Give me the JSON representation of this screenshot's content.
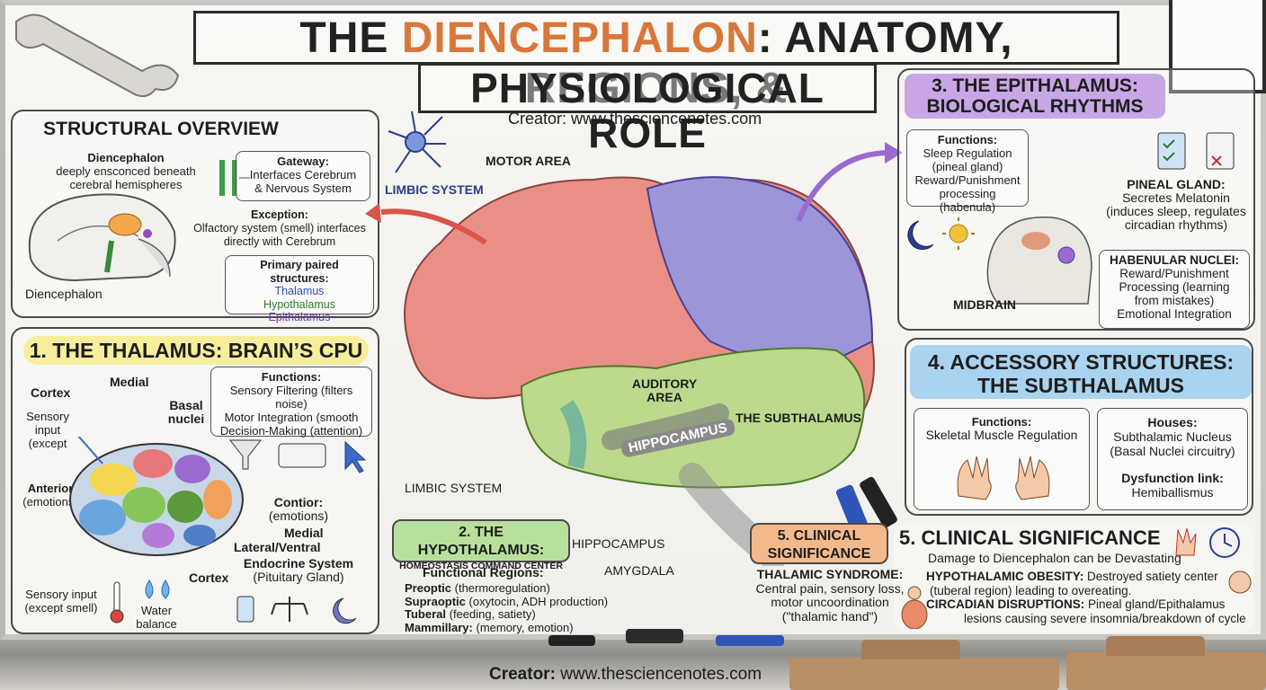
{
  "title": {
    "part1": "THE ",
    "part_highlight": "DIENCEPHALON",
    "part2": ": ANATOMY, REGIONS, &",
    "line2": "PHYSIOLOGICAL ROLE",
    "creator": "Creator: www.thesciencenotes.com"
  },
  "footer": {
    "creator_label": "Creator:",
    "creator_url": "www.thesciencenotes.com"
  },
  "overview": {
    "heading": "STRUCTURAL OVERVIEW",
    "diencephalon_title": "Diencephalon",
    "diencephalon_desc1": "deeply ensconced beneath",
    "diencephalon_desc2": "cerebral hemispheres",
    "diencephalon_label": "Diencephalon",
    "gateway_title": "Gateway:",
    "gateway_line1": "Interfaces Cerebrum",
    "gateway_line2": "& Nervous System",
    "exception_title": "Exception:",
    "exception_line1": "Olfactory system (smell) interfaces",
    "exception_line2": "directly with Cerebrum",
    "paired_title": "Primary paired structures:",
    "paired_1": "Thalamus",
    "paired_2": "Hypothalamus",
    "paired_3": "Epithalamus"
  },
  "thalamus": {
    "heading": "1. THE THALAMUS: BRAIN’S CPU",
    "cortex_top": "Cortex",
    "medial_top": "Medial",
    "basal_line1": "Basal",
    "basal_line2": "nuclei",
    "sensory_line1": "Sensory",
    "sensory_line2": "input",
    "sensory_line3": "(except",
    "anterior_line1": "Anterior",
    "anterior_line2": "(emotions)",
    "contior_line1": "Contior:",
    "contior_line2": "(emotions)",
    "medial_bottom": "Medial",
    "lateral_ventral": "Lateral/Ventral",
    "endocrine_line1": "Endocrine System",
    "endocrine_line2": "(Pituitary Gland)",
    "cortex_bottom": "Cortex",
    "sensory_bottom_line1": "Sensory input",
    "sensory_bottom_line2": "(except smell)",
    "water_line1": "Water",
    "water_line2": "balance",
    "functions_title": "Functions:",
    "functions_1": "Sensory Filtering (filters noise)",
    "functions_2": "Motor Integration (smooth",
    "functions_3": "Decision-Making (attention)"
  },
  "brain": {
    "motor_area": "MOTOR AREA",
    "limbic_top": "LIMBIC SYSTEM",
    "auditory_line1": "AUDITORY",
    "auditory_line2": "AREA",
    "subthalamus_label": "THE SUBTHALAMUS",
    "hippocampus_band": "HIPPOCAMPUS",
    "limbic_bottom": "LIMBIC SYSTEM",
    "hippocampus_label": "HIPPOCAMPUS",
    "amygdala_label": "AMYGDALA"
  },
  "hypothalamus": {
    "heading_line1": "2. THE HYPOTHALAMUS:",
    "heading_line2": "HOMEOSTASIS COMMAND CENTER",
    "regions_title": "Functional Regions:",
    "r1_name": "Preoptic",
    "r1_desc": " (thermoregulation)",
    "r2_name": "Supraoptic",
    "r2_desc": " (oxytocin, ADH production)",
    "r3_name": "Tuberal",
    "r3_desc": " (feeding, satiety)",
    "r4_name": "Mammillary:",
    "r4_desc": " (memory, emotion)"
  },
  "epithalamus": {
    "heading_line1": "3. THE EPITHALAMUS:",
    "heading_line2": "BIOLOGICAL RHYTHMS",
    "functions_title": "Functions:",
    "functions_1": "Sleep Regulation",
    "functions_2": "(pineal gland)",
    "functions_3": "Reward/Punishment",
    "functions_4": "processing (habenula)",
    "pineal_title": "PINEAL GLAND:",
    "pineal_1": "Secretes Melatonin",
    "pineal_2": "(induces sleep, regulates",
    "pineal_3": "circadian rhythms)",
    "habenular_title": "HABENULAR NUCLEI:",
    "habenular_1": "Reward/Punishment",
    "habenular_2": "Processing (learning",
    "habenular_3": "from mistakes)",
    "habenular_4": "Emotional Integration",
    "midbrain": "MIDBRAIN"
  },
  "subthalamus": {
    "heading_line1": "4. ACCESSORY STRUCTURES:",
    "heading_line2": "THE SUBTHALAMUS",
    "functions_title": "Functions:",
    "functions_1": "Skeletal Muscle Regulation",
    "houses_title": "Houses:",
    "houses_1": "Subthalamic Nucleus",
    "houses_2": "(Basal Nuclei circuitry)",
    "dysfunction_title": "Dysfunction link:",
    "dysfunction_1": "Hemiballismus"
  },
  "clinical": {
    "tag_line1": "5. CLINICAL",
    "tag_line2": "SIGNIFICANCE",
    "heading": "5. CLINICAL SIGNIFICANCE",
    "subheading": "Damage to Diencephalon can be Devastating",
    "thalamic_title": "THALAMIC SYNDROME:",
    "thalamic_1": "Central pain, sensory loss,",
    "thalamic_2": "motor uncoordination",
    "thalamic_3": "(\"thalamic hand\")",
    "obesity_title": "HYPOTHALAMIC OBESITY:",
    "obesity_desc": " Destroyed satiety center",
    "obesity_2": "(tuberal region) leading to overeating.",
    "circadian_title": "CIRCADIAN DISRUPTIONS:",
    "circadian_desc": " Pineal gland/Epithalamus",
    "circadian_2": "lesions causing severe insomnia/breakdown of cycle"
  },
  "colors": {
    "thalamus_yellow": "#f6ee9a",
    "hypothalamus_green": "#b9df9c",
    "epithalamus_purple": "#c9a6e6",
    "subthalamus_blue": "#a9d3ef",
    "clinical_orange": "#f4b98a",
    "frontal_lobe": "#e98f86",
    "parietal_lobe": "#9c95d8",
    "temporal_lobe": "#bcd98e",
    "paired_thalamus": "#2b4fb3",
    "paired_hypothalamus": "#2c7a2c",
    "paired_epithalamus": "#6a3aa6"
  },
  "icons": [
    "neuron-icon",
    "funnel-icon",
    "keyboard-icon",
    "cursor-icon",
    "thermometer-icon",
    "water-drops-icon",
    "scale-icon",
    "balance-icon",
    "moon-icon",
    "sun-icon",
    "checklist-icon",
    "hands-icon",
    "hand-pain-icon",
    "clock-icon",
    "head-icon",
    "person-icon"
  ]
}
